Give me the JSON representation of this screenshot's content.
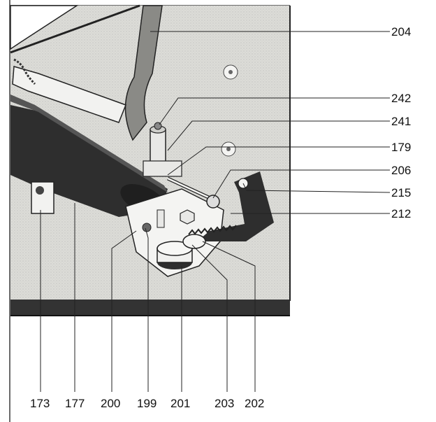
{
  "figure": {
    "colors": {
      "paper": "#ffffff",
      "panel": "#d9d9d6",
      "ink": "#1a1a1a",
      "shadow": "#2e2e2e",
      "frame": "#3a3a3a"
    },
    "callouts_right": [
      "204",
      "242",
      "241",
      "179",
      "206",
      "215",
      "212"
    ],
    "callouts_bottom": [
      "173",
      "177",
      "200",
      "199",
      "201",
      "203",
      "202"
    ]
  }
}
